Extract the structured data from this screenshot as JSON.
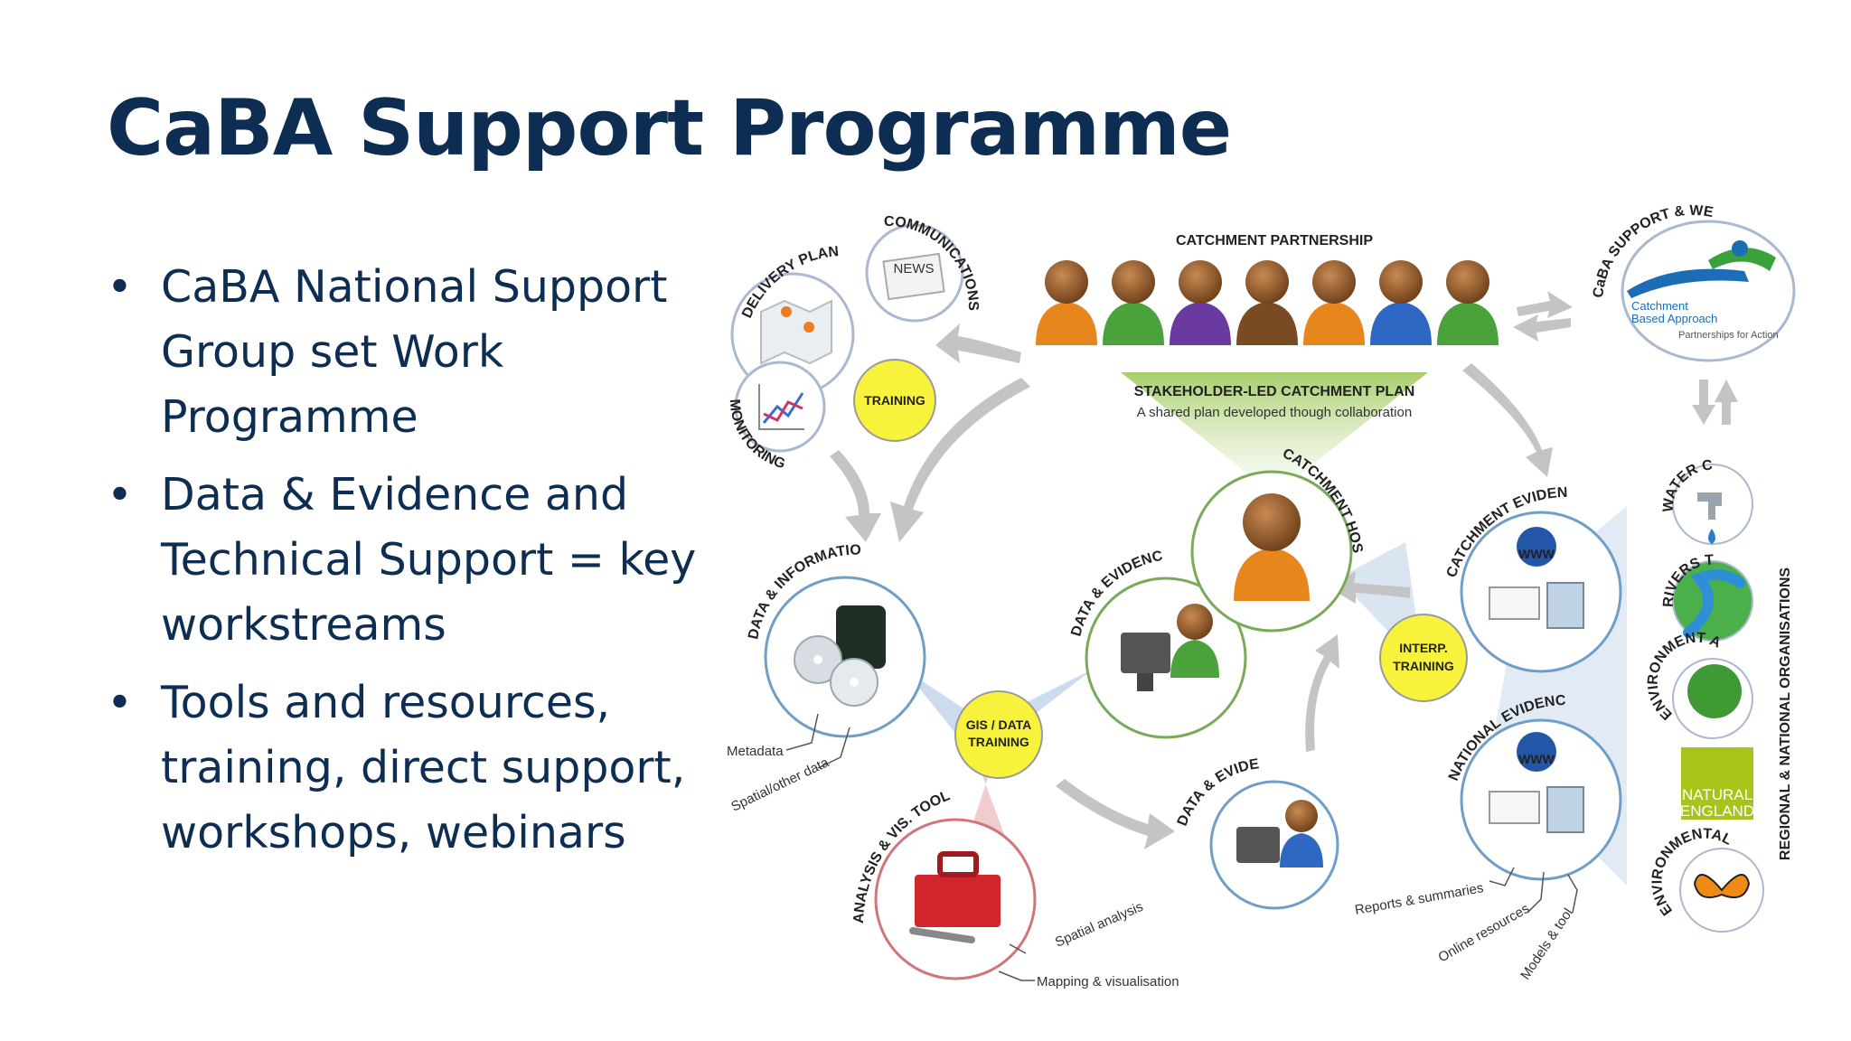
{
  "slide": {
    "title": "CaBA Support Programme",
    "bullets": [
      "CaBA National Support Group set Work Programme",
      "Data & Evidence and Technical Support = key workstreams",
      "Tools and resources, training, direct support, workshops, webinars"
    ]
  },
  "diagram": {
    "catchment_partnership": "CATCHMENT PARTNERSHIP",
    "plan_title": "STAKEHOLDER-LED CATCHMENT PLAN",
    "plan_subtitle": "A shared plan developed though collaboration",
    "catchment_host": "CATCHMENT HOST",
    "delivery_plan": "DELIVERY PLAN",
    "communications": "COMMUNICATIONS",
    "news": "NEWS",
    "monitoring": "MONITORING",
    "training": "TRAINING",
    "data_information": "DATA & INFORMATION",
    "metadata": "Metadata",
    "spatial_other": "Spatial/other data",
    "gis_training_1": "GIS / DATA",
    "gis_training_2": "TRAINING",
    "data_evidence": "DATA & EVIDENCE",
    "analysis_tools": "ANALYSIS & VIS. TOOLS",
    "spatial_analysis": "Spatial analysis",
    "mapping_vis": "Mapping & visualisation",
    "interp_training_1": "INTERP.",
    "interp_training_2": "TRAINING",
    "catchment_evidence": "CATCHMENT EVIDENCE",
    "national_evidence": "NATIONAL EVIDENCE",
    "www": "WWW",
    "reports": "Reports & summaries",
    "online_resources": "Online resources",
    "models_tools": "Models & tools",
    "caba_support_website": "CaBA SUPPORT & WEBSITE",
    "logo_line1": "Catchment",
    "logo_line2": "Based Approach",
    "logo_line3": "Partnerships for Action",
    "regional_national": "REGIONAL & NATIONAL ORGANISATIONS",
    "water_company": "WATER COMPANY",
    "rivers_trust": "RIVERS TRUST",
    "environment_agency": "ENVIRONMENT AGENCY",
    "natural_england_1": "NATURAL",
    "natural_england_2": "ENGLAND",
    "environmental_ngos": "ENVIRONMENTAL NGOs"
  },
  "colors": {
    "title": "#0d2d52",
    "yellow_training": "#f7f23b",
    "natural_england": "#a6c41a"
  }
}
